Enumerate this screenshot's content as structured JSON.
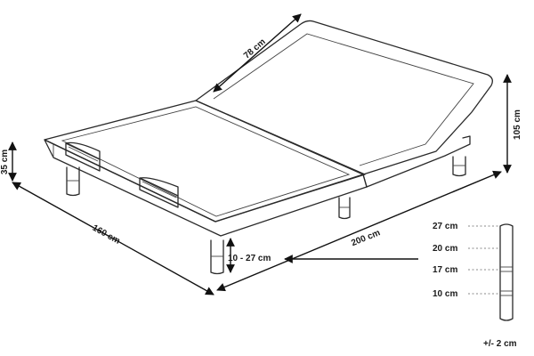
{
  "dimensions": {
    "headrest_length": "78 cm",
    "height_raised": "105 cm",
    "frame_height": "35 cm",
    "width": "160 cm",
    "length": "200 cm",
    "leg_height_range": "10 - 27 cm"
  },
  "leg_options": {
    "levels": [
      "27 cm",
      "20 cm",
      "17 cm",
      "10 cm"
    ],
    "tolerance": "+/- 2 cm"
  },
  "colors": {
    "line": "#2a2a2a",
    "dashed_guide": "#888888",
    "leg_fill": "#f4f4f4"
  }
}
